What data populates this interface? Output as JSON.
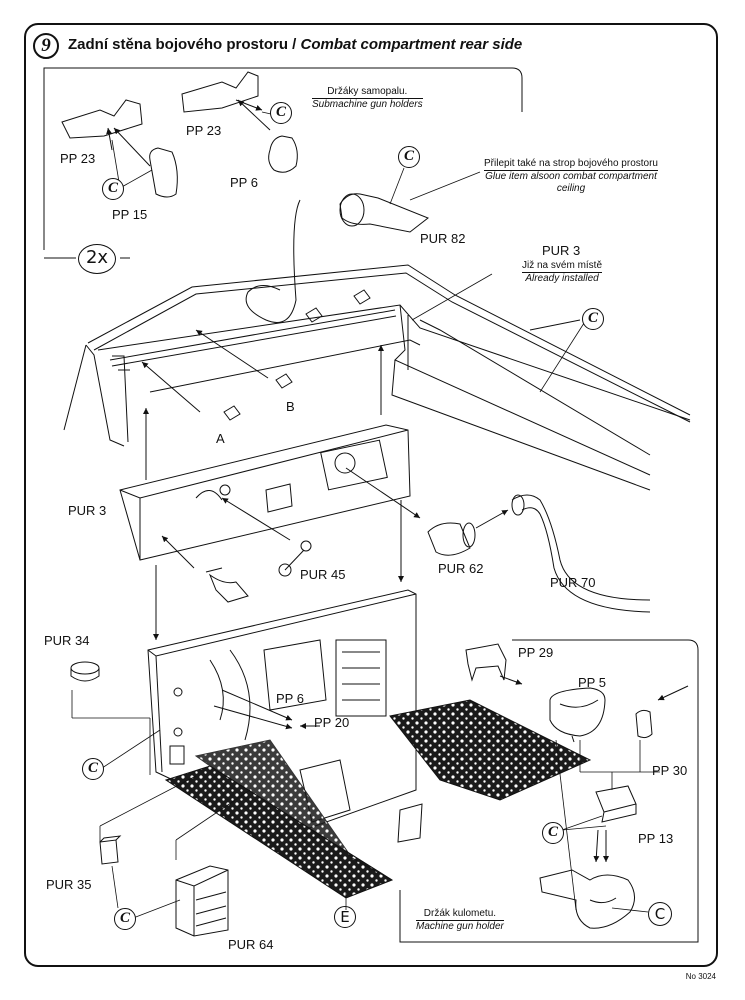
{
  "header": {
    "step_number": "9",
    "title_cz": "Zadní stěna bojového prostoru /",
    "title_en": "Combat compartment rear side"
  },
  "notes": {
    "smg_cz": "Držáky samopalu.",
    "smg_en": "Submachine gun holders",
    "glue_cz": "Přilepit také na strop bojového prostoru",
    "glue_en": "Glue item alsoon combat compartment",
    "glue_en2": "ceiling",
    "installed_cz": "Již na svém místě",
    "installed_en": "Already installed",
    "mg_cz": "Držák kulometu.",
    "mg_en": "Machine gun holder"
  },
  "labels": {
    "pp23_left": "PP 23",
    "pp23_right": "PP 23",
    "pp15": "PP 15",
    "pp6_top": "PP 6",
    "pur82": "PUR 82",
    "pur3_top": "PUR 3",
    "pur3_left": "PUR 3",
    "pur45": "PUR 45",
    "pur62": "PUR 62",
    "pur70": "PUR 70",
    "pur34": "PUR 34",
    "pur35": "PUR 35",
    "pur64": "PUR 64",
    "pp6_mid": "PP 6",
    "pp20": "PP 20",
    "pp29": "PP 29",
    "pp5": "PP 5",
    "pp30": "PP 30",
    "pp13": "PP 13",
    "mark_a": "A",
    "mark_b": "B",
    "mark_e": "E",
    "mark_c": "C",
    "times": "2x"
  },
  "cement_symbol": "C",
  "doc_number": "No 3024"
}
